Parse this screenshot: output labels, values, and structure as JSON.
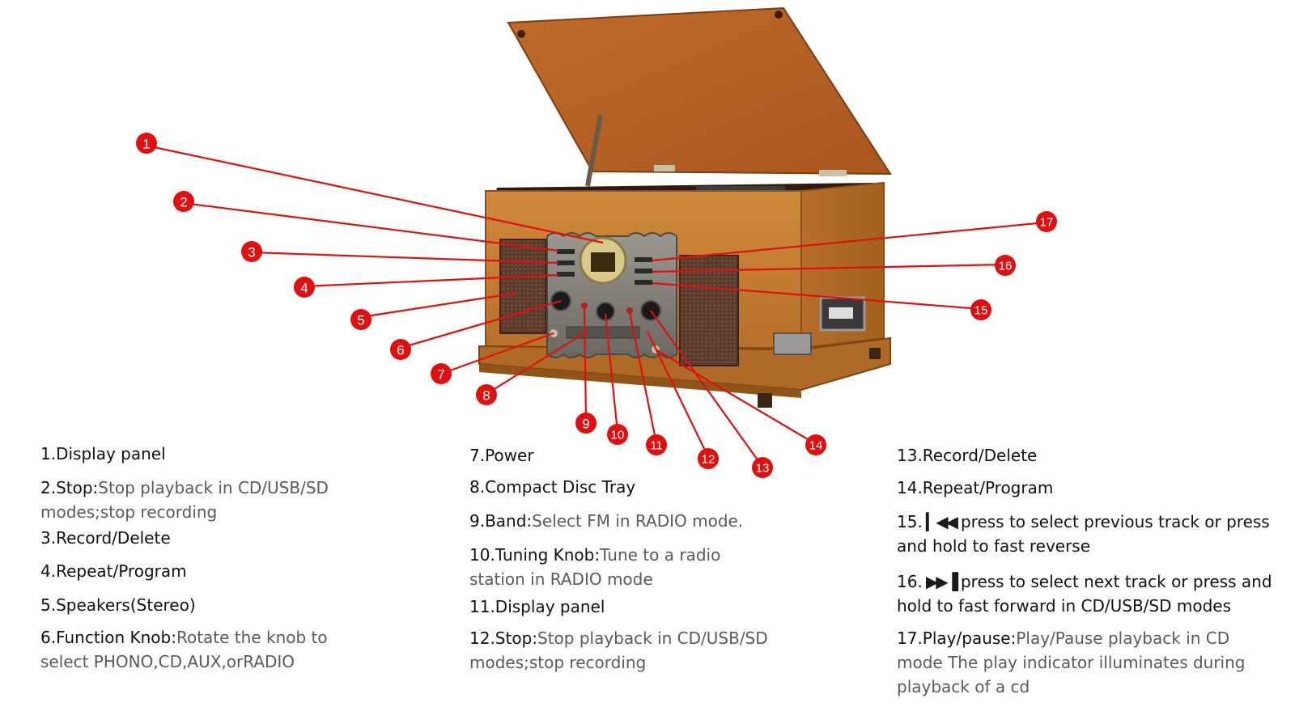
{
  "callouts": [
    "1",
    "2",
    "3",
    "4",
    "5",
    "6",
    "7",
    "8",
    "9",
    "10",
    "11",
    "12",
    "13",
    "14",
    "15",
    "16",
    "17"
  ],
  "colors": {
    "callout_red": "#e01010",
    "wood_light": "#c98336",
    "wood_dark": "#9a5a1e",
    "lid": "#b8652a",
    "panel_metal": "#7d7b74"
  },
  "legend": {
    "col1": [
      {
        "label": "1.Display panel",
        "desc": ""
      },
      {
        "label": "2.Stop:",
        "desc": "Stop playback in CD/USB/SD modes;stop recording"
      },
      {
        "label": "3.Record/Delete",
        "desc": ""
      },
      {
        "label": "4.Repeat/Program",
        "desc": ""
      },
      {
        "label": "5.Speakers(Stereo)",
        "desc": ""
      },
      {
        "label": "6.Function Knob:",
        "desc": "Rotate the knob to select PHONO,CD,AUX,orRADIO"
      }
    ],
    "col2": [
      {
        "label": "7.Power",
        "desc": ""
      },
      {
        "label": "8.Compact Disc Tray",
        "desc": ""
      },
      {
        "label": "9.Band:",
        "desc": "Select FM in RADIO mode."
      },
      {
        "label": "10.Tuning Knob:",
        "desc": "Tune to a radio station in RADIO mode"
      },
      {
        "label": "11.Display panel",
        "desc": ""
      },
      {
        "label": "12.Stop:",
        "desc": "Stop playback in CD/USB/SD modes;stop recording"
      }
    ],
    "col3": [
      {
        "label": "13.Record/Delete",
        "desc": ""
      },
      {
        "label": "14.Repeat/Program",
        "desc": ""
      },
      {
        "label": "15.",
        "icon": "previous-track-icon",
        "desc": "press to select previous track or press and hold to fast reverse"
      },
      {
        "label": "16.",
        "icon": "next-track-icon",
        "desc": "press to select next track or press and hold to fast forward in CD/USB/SD modes"
      },
      {
        "label": "17.Play/pause:",
        "desc": "Play/Pause playback in CD mode The play indicator illuminates during playback of a cd"
      }
    ]
  }
}
